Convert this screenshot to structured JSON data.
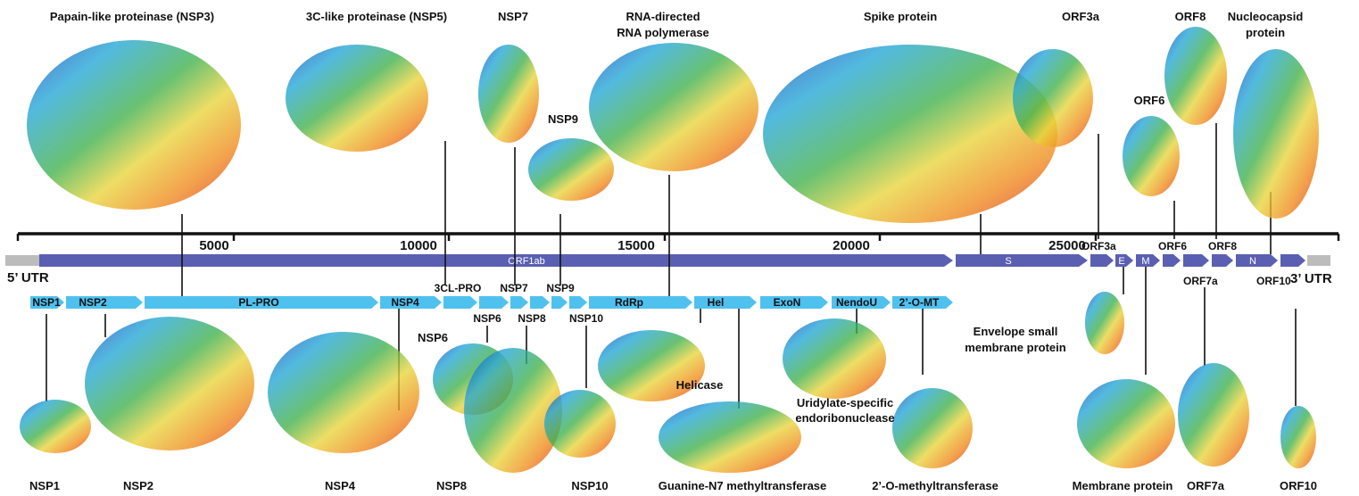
{
  "diagram": {
    "axis": {
      "ticks": [
        "5000",
        "10000",
        "15000",
        "20000",
        "25000"
      ]
    },
    "utr": {
      "five": "5’ UTR",
      "three": "3’ UTR"
    },
    "top_bar": {
      "orf1ab": "ORF1ab",
      "s": "S",
      "e": "E",
      "m": "M",
      "n": "N",
      "orf3a": "ORF3a",
      "orf6": "ORF6",
      "orf7a": "ORF7a",
      "orf8": "ORF8",
      "orf10": "ORF10"
    },
    "nsp_bar": {
      "nsp1": "NSP1",
      "nsp2": "NSP2",
      "plpro": "PL-PRO",
      "nsp4": "NSP4",
      "cl3pro": "3CL-PRO",
      "nsp6": "NSP6",
      "nsp7": "NSP7",
      "nsp8": "NSP8",
      "nsp9": "NSP9",
      "nsp10": "NSP10",
      "rdrp": "RdRp",
      "hel": "Hel",
      "exon": "ExoN",
      "nendou": "NendoU",
      "omt": "2’-O-MT"
    },
    "captions": {
      "papain": "Papain-like proteinase (NSP3)",
      "cl3": "3C-like proteinase (NSP5)",
      "nsp7": "NSP7",
      "rdrp_1": "RNA-directed",
      "rdrp_2": "RNA polymerase",
      "nsp9": "NSP9",
      "spike": "Spike protein",
      "orf3a": "ORF3a",
      "orf6": "ORF6",
      "orf8": "ORF8",
      "nuc_1": "Nucleocapsid",
      "nuc_2": "protein",
      "nsp1": "NSP1",
      "nsp2": "NSP2",
      "nsp4": "NSP4",
      "nsp6": "NSP6",
      "nsp8": "NSP8",
      "nsp10": "NSP10",
      "helicase": "Helicase",
      "guanine": "Guanine-N7 methyltransferase",
      "uri_1": "Uridylate-specific",
      "uri_2": "endoribonuclease",
      "omt": "2’-O-methyltransferase",
      "env_1": "Envelope small",
      "env_2": "membrane protein",
      "membrane": "Membrane protein",
      "orf7a": "ORF7a",
      "orf10": "ORF10"
    }
  }
}
